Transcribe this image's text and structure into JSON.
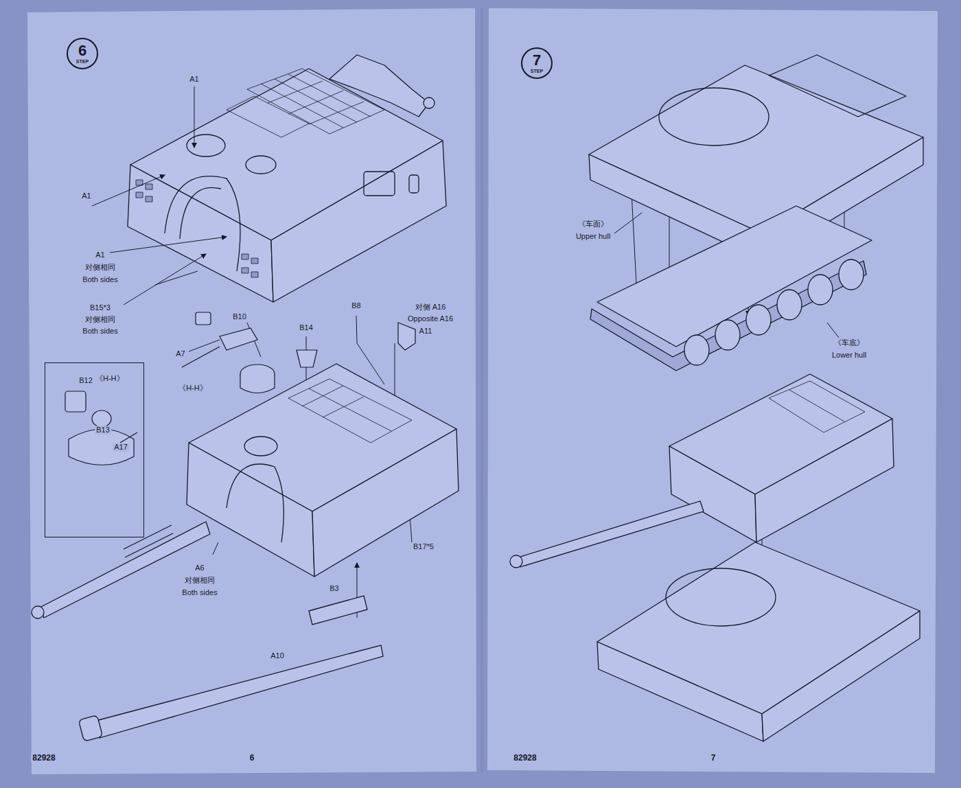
{
  "diagram": {
    "nodes": [
      {
        "text": [
          "6",
          "STEP"
        ]
      },
      {
        "text": [
          "《H-H》"
        ]
      },
      {
        "text": [
          "7",
          "STEP"
        ]
      }
    ],
    "labels": [
      "A1",
      "A1",
      "A1",
      "对侧相同",
      "Both sides",
      "B15*3",
      "对侧相同",
      "Both sides",
      "B10",
      "A7",
      "《H-H》",
      "B14",
      "B8",
      "对侧 A16",
      "Opposite A16",
      "A11",
      "B12",
      "B13",
      "A17",
      "B17*5",
      "A6",
      "对侧相同",
      "Both sides",
      "B3",
      "A10",
      "82928",
      "6",
      "《车面》",
      "Upper hull",
      "《车底》",
      "Lower hull",
      "82928",
      "7"
    ]
  }
}
